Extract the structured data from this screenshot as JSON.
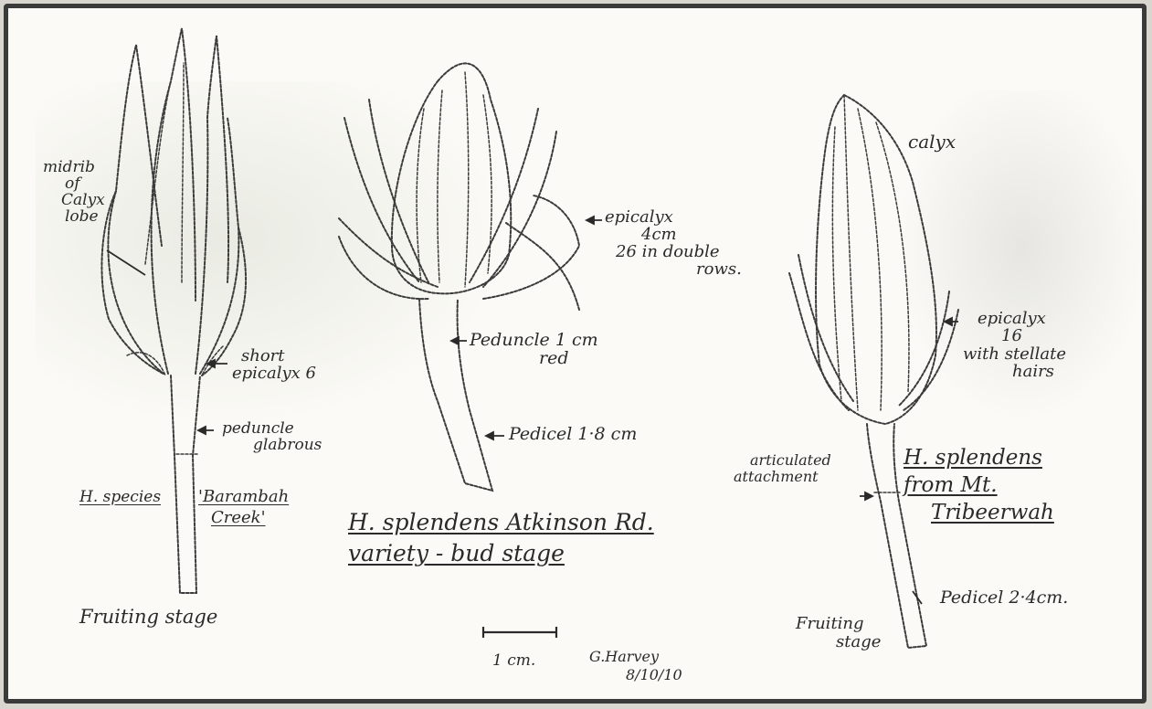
{
  "left_specimen": {
    "midrib_label": [
      "midrib",
      "of",
      "Calyx",
      "lobe"
    ],
    "epicalyx_label": [
      "short",
      "epicalyx 6"
    ],
    "peduncle_label": [
      "peduncle",
      "glabrous"
    ],
    "species": "H. species",
    "locality": [
      "'Barambah",
      "Creek'"
    ],
    "stage": "Fruiting stage"
  },
  "middle_specimen": {
    "epicalyx_label": [
      "epicalyx",
      "4cm",
      "26 in double",
      "rows."
    ],
    "peduncle_label": [
      "Peduncle 1 cm",
      "red"
    ],
    "pedicel_label": "Pedicel 1·8 cm",
    "title": [
      "H. splendens  Atkinson Rd.",
      "variety - bud stage"
    ]
  },
  "right_specimen": {
    "calyx_label": "calyx",
    "epicalyx_label": [
      "epicalyx",
      "16",
      "with stellate",
      "hairs"
    ],
    "attachment_label": [
      "articulated",
      "attachment"
    ],
    "title": [
      "H. splendens",
      "from Mt.",
      "Tribeerwah"
    ],
    "pedicel_label": "Pedicel 2·4cm.",
    "stage": [
      "Fruiting",
      "stage"
    ]
  },
  "scale_bar": {
    "label": "1 cm."
  },
  "signature": {
    "author": "G.Harvey",
    "date": "8/10/10"
  }
}
